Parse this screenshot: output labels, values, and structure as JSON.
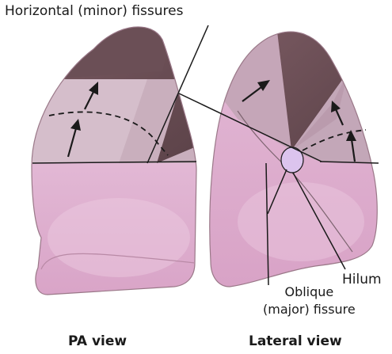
{
  "labels": {
    "horizontal_fissures": "Horizontal (minor) fissures",
    "hilum": "Hilum",
    "oblique_line1": "Oblique",
    "oblique_line2": "(major) fissure"
  },
  "captions": {
    "pa_view": "PA view",
    "lateral_view": "Lateral view"
  },
  "colors": {
    "upper_lobe_dark": "#6e5158",
    "upper_lobe_mid": "#c3a6b5",
    "lower_lobe_pink": "#e7b6d3",
    "hilum_fill": "#dcc4ee",
    "line": "#1a1a1a"
  }
}
